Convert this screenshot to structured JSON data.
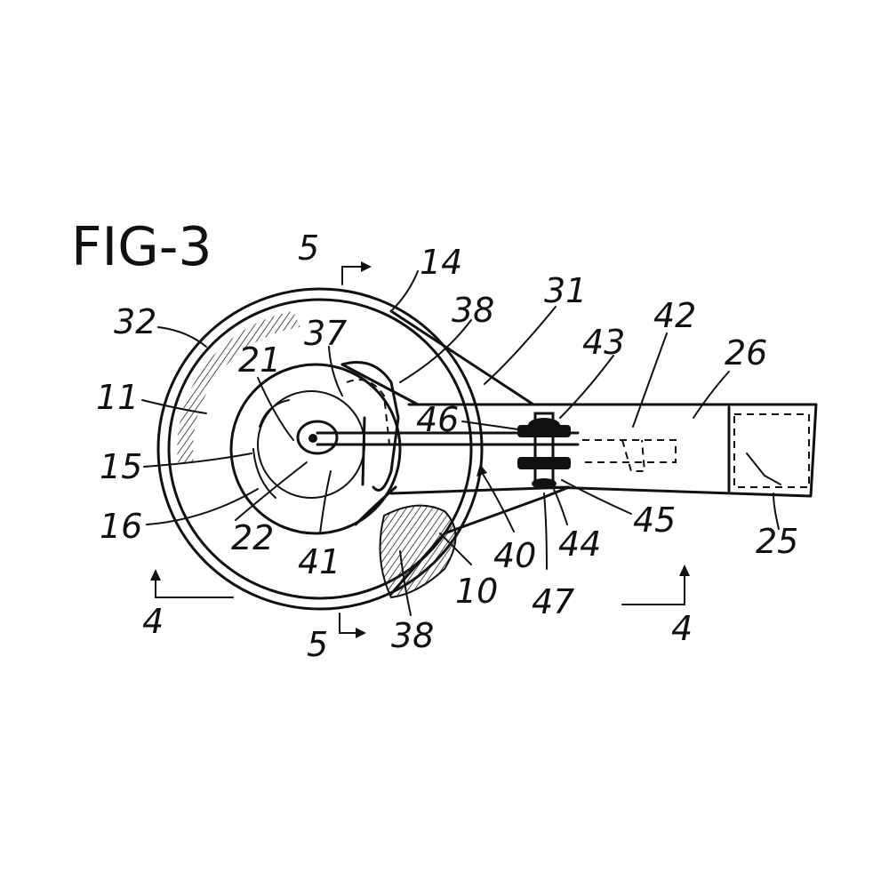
{
  "figure": {
    "title": "FIG-3",
    "labels": {
      "l5a": "5",
      "l14": "14",
      "l31": "31",
      "l32": "32",
      "l38a": "38",
      "l37": "37",
      "l42": "42",
      "l43": "43",
      "l26": "26",
      "l11": "11",
      "l21": "21",
      "l46": "46",
      "l15": "15",
      "l16": "16",
      "l22": "22",
      "l41": "41",
      "l40": "40",
      "l44": "44",
      "l45": "45",
      "l25": "25",
      "l47": "47",
      "l10": "10",
      "l38b": "38",
      "l4a": "4",
      "l4b": "4",
      "l5b": "5"
    }
  }
}
